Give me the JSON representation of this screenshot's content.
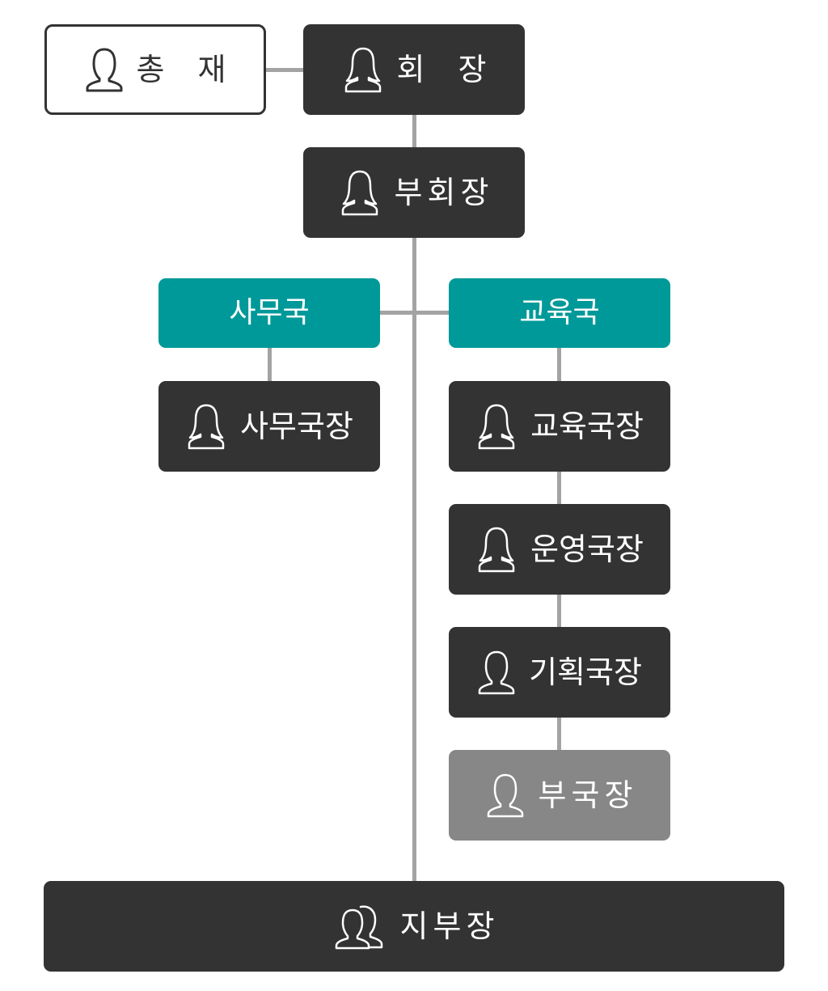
{
  "colors": {
    "dark_box": "#333333",
    "department_box": "#009999",
    "vacant_box": "#878787",
    "connector": "#a3a3a3",
    "outline_box_border": "#333333"
  },
  "nodes": {
    "advisor": {
      "label": "총 재",
      "icon": "male-person-icon"
    },
    "chairman": {
      "label": "회 장",
      "icon": "female-person-icon"
    },
    "vice_chairman": {
      "label": "부회장",
      "icon": "female-person-icon"
    },
    "secretariat": {
      "label": "사무국"
    },
    "education_dept": {
      "label": "교육국"
    },
    "secretariat_head": {
      "label": "사무국장",
      "icon": "female-person-icon"
    },
    "education_head": {
      "label": "교육국장",
      "icon": "female-person-icon"
    },
    "operations_head": {
      "label": "운영국장",
      "icon": "female-person-icon"
    },
    "planning_head": {
      "label": "기획국장",
      "icon": "male-person-icon"
    },
    "deputy_head": {
      "label": "부국장",
      "icon": "male-person-icon"
    },
    "branch_heads": {
      "label": "지부장",
      "icon": "group-people-icon"
    }
  }
}
